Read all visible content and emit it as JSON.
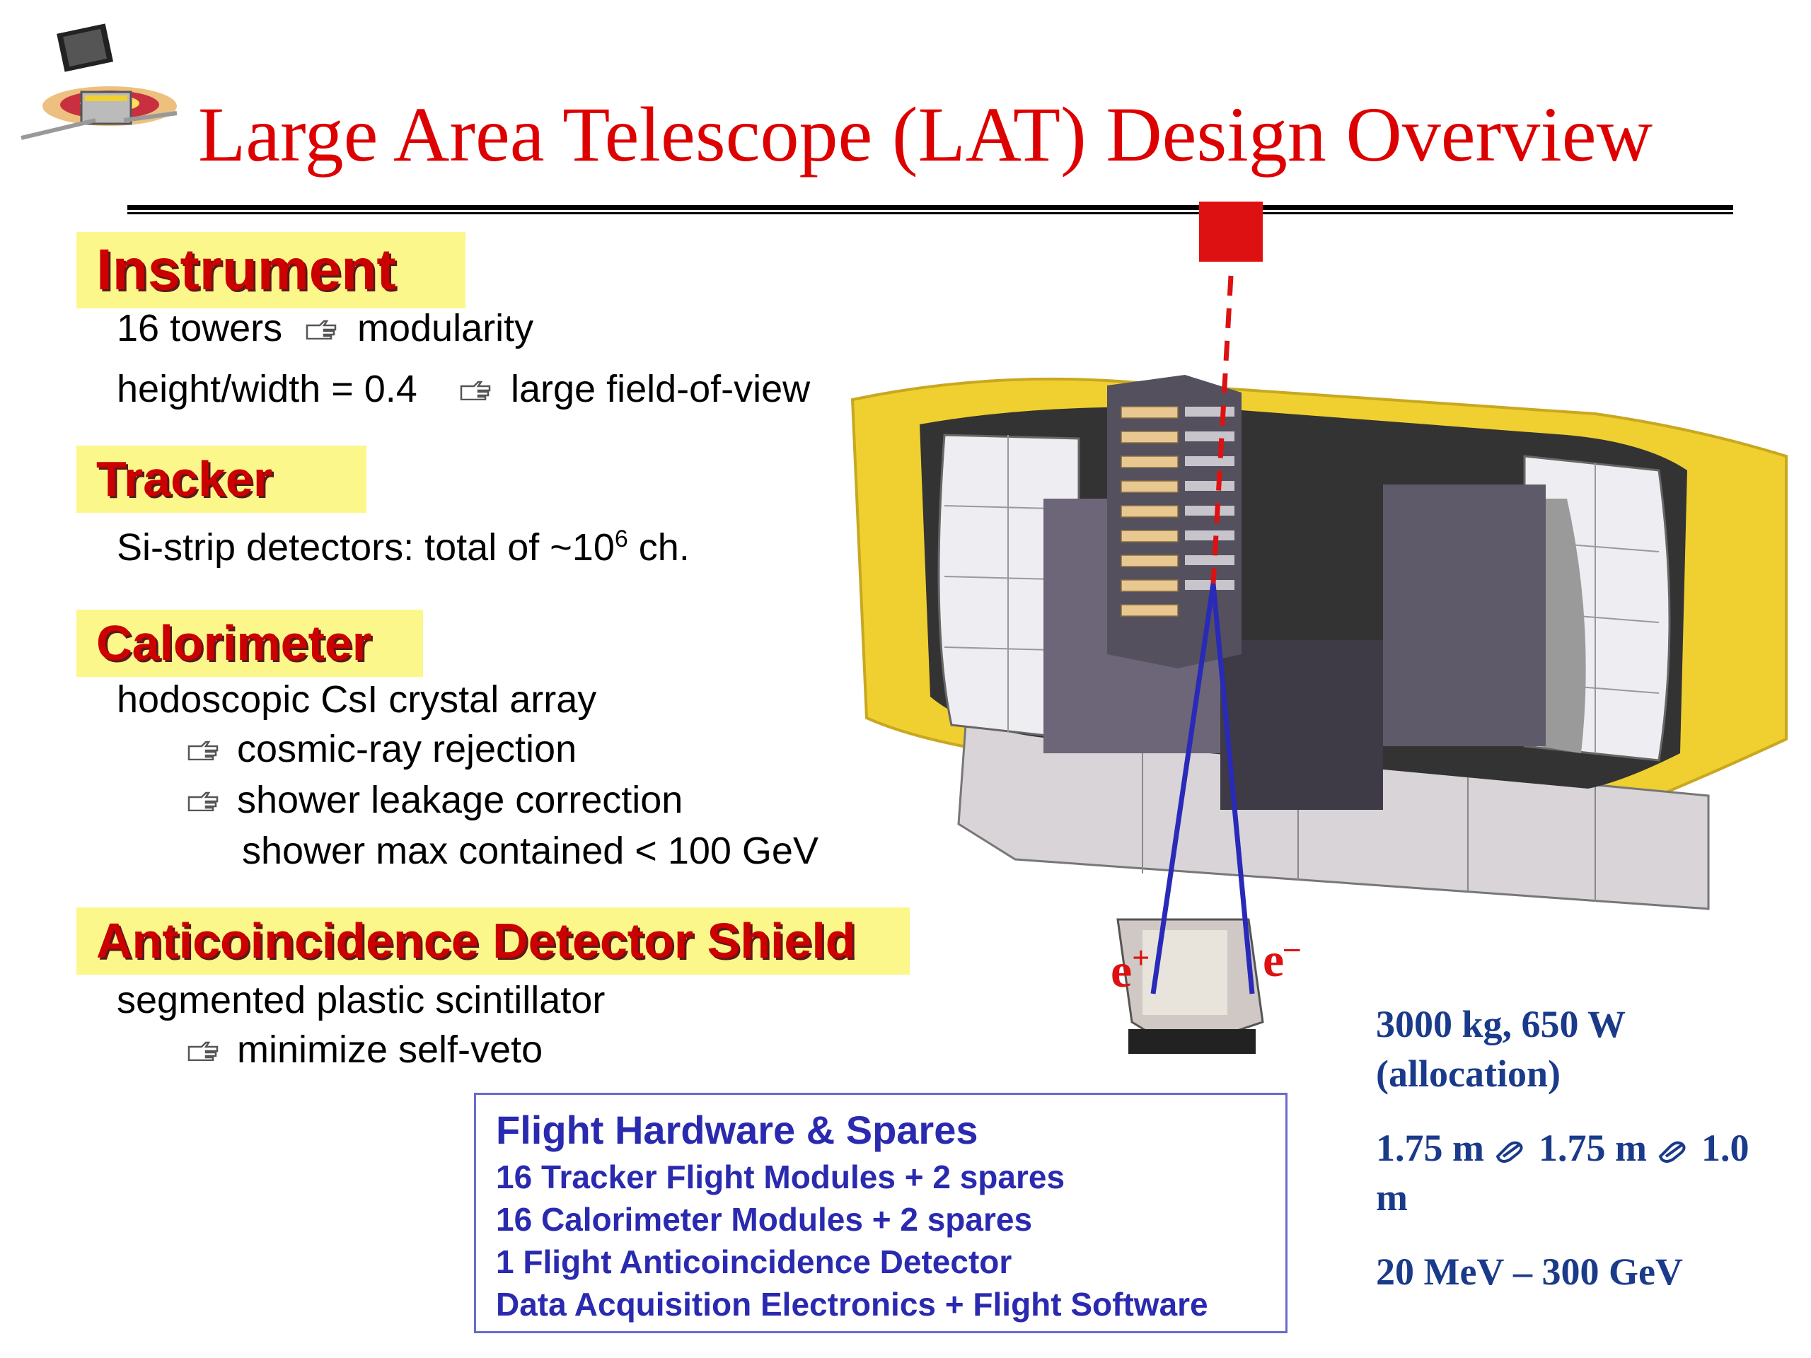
{
  "title": "Large Area Telescope (LAT) Design Overview",
  "sections": {
    "instrument": {
      "header": "Instrument",
      "lines": [
        "16 towers",
        "modularity",
        "height/width = 0.4",
        "large field-of-view"
      ]
    },
    "tracker": {
      "header": "Tracker",
      "line_pre": "Si-strip detectors: total of ~10",
      "line_sup": "6",
      "line_post": " ch."
    },
    "calorimeter": {
      "header": "Calorimeter",
      "lines": [
        "hodoscopic CsI crystal array",
        "cosmic-ray rejection",
        "shower leakage correction",
        "shower max contained < 100 GeV"
      ]
    },
    "acd": {
      "header": "Anticoincidence Detector Shield",
      "lines": [
        "segmented plastic scintillator",
        "minimize self-veto"
      ]
    }
  },
  "flight_hardware": {
    "title": "Flight Hardware & Spares",
    "items": [
      "16 Tracker Flight Modules + 2 spares",
      "16 Calorimeter Modules + 2 spares",
      "1 Flight Anticoincidence Detector",
      "Data Acquisition Electronics + Flight Software"
    ]
  },
  "specs": {
    "mass_power": "3000 kg,  650 W",
    "allocation": "(allocation)",
    "dim_a": "1.75 m",
    "dim_b": "1.75 m",
    "dim_c": "1.0",
    "dim_unit": "m",
    "energy": "20 MeV – 300 GeV"
  },
  "diagram_labels": {
    "positron": "e",
    "positron_sup": "+",
    "electron": "e",
    "electron_sup": "–"
  },
  "colors": {
    "title": "#dd0000",
    "header_text": "#cc0000",
    "header_bg": "#fbf78a",
    "flight_text": "#2a2ab0",
    "spec_text": "#1a3a8a",
    "shield_yellow": "#f0d030"
  },
  "icons": [
    "pointing-hand-icon",
    "cross-icon"
  ]
}
